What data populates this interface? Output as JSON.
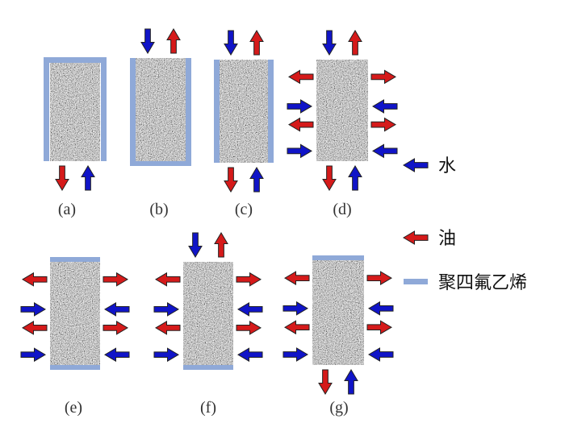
{
  "colors": {
    "water": "#1014c8",
    "oil": "#d51a1a",
    "ptfe": "#8fa9d8",
    "sample": "#777777"
  },
  "panels": [
    {
      "id": "a",
      "label": "(a)"
    },
    {
      "id": "b",
      "label": "(b)"
    },
    {
      "id": "c",
      "label": "(c)"
    },
    {
      "id": "d",
      "label": "(d)"
    },
    {
      "id": "e",
      "label": "(e)"
    },
    {
      "id": "f",
      "label": "(f)"
    },
    {
      "id": "g",
      "label": "(g)"
    }
  ],
  "legend": {
    "water": {
      "icon": "water-arrow-icon",
      "label": "水"
    },
    "oil": {
      "icon": "oil-arrow-icon",
      "label": "油"
    },
    "ptfe": {
      "icon": "ptfe-bar-icon",
      "label": "聚四氟乙烯"
    }
  }
}
